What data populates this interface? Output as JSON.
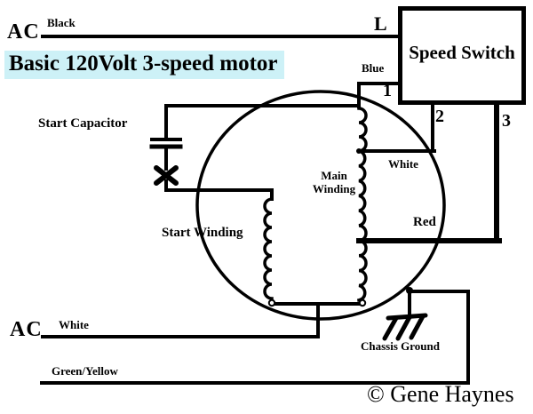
{
  "title": {
    "text": "Basic 120Volt 3-speed motor"
  },
  "ac_top": {
    "label": "AC",
    "wire_label": "Black"
  },
  "ac_bottom": {
    "label": "AC",
    "wire_label": "White"
  },
  "ground": {
    "wire_label": "Green/Yellow",
    "symbol_label": "Chassis Ground"
  },
  "switch": {
    "label": "Speed Switch",
    "line_terminal": "L",
    "terminal_1": "1",
    "terminal_2": "2",
    "terminal_3": "3"
  },
  "motor": {
    "main_winding": "Main Winding",
    "start_winding": "Start Winding",
    "start_capacitor": "Start Capacitor"
  },
  "wires": {
    "blue": "Blue",
    "white": "White",
    "red": "Red"
  },
  "credit": {
    "text": "© Gene Haynes"
  },
  "colors": {
    "ink": "#000000",
    "background": "#ffffff",
    "title_highlight": "#cdf1f7"
  }
}
